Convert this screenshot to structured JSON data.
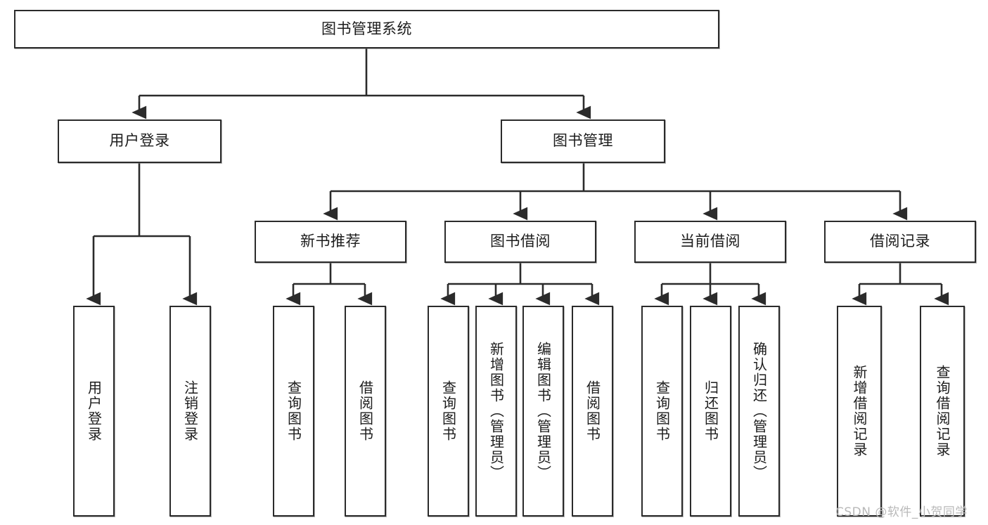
{
  "diagram": {
    "title": "图书管理系统",
    "watermark": "CSDN @软件_小贺同学",
    "line_color": "#2b2b2b",
    "box_fill": "#ffffff",
    "text_color": "#1c1c1c"
  },
  "nodes": {
    "root": {
      "label": "图书管理系统"
    },
    "level2": [
      {
        "label": "用户登录"
      },
      {
        "label": "图书管理"
      }
    ],
    "level3": [
      {
        "label": "新书推荐"
      },
      {
        "label": "图书借阅"
      },
      {
        "label": "当前借阅"
      },
      {
        "label": "借阅记录"
      }
    ],
    "leaves_user_login": [
      {
        "label": "用户登录"
      },
      {
        "label": "注销登录"
      }
    ],
    "leaves_new_book": [
      {
        "label": "查询图书"
      },
      {
        "label": "借阅图书"
      }
    ],
    "leaves_borrow": [
      {
        "label": "查询图书"
      },
      {
        "label": "新增图书（管理员）"
      },
      {
        "label": "编辑图书（管理员）"
      },
      {
        "label": "借阅图书"
      }
    ],
    "leaves_current": [
      {
        "label": "查询图书"
      },
      {
        "label": "归还图书"
      },
      {
        "label": "确认归还（管理员）"
      }
    ],
    "leaves_record": [
      {
        "label": "新增借阅记录"
      },
      {
        "label": "查询借阅记录"
      }
    ]
  }
}
